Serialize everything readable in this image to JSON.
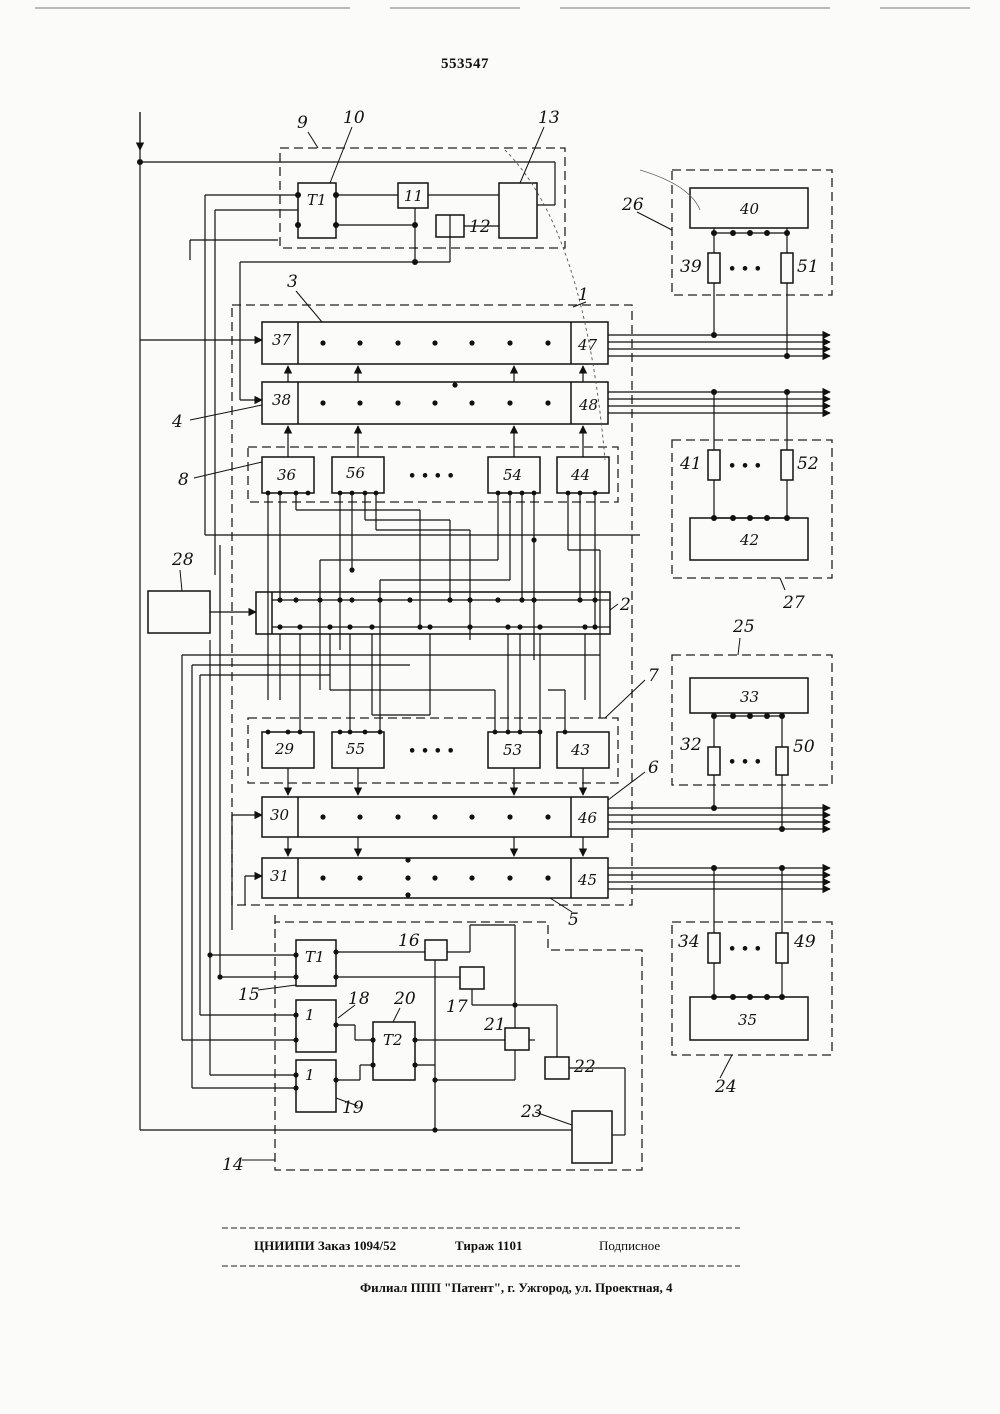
{
  "patent_number": "553547",
  "blocks": {
    "b40": "40",
    "b42": "42",
    "b33": "33",
    "b35": "35",
    "b28": "28",
    "b37": "37",
    "b47": "47",
    "b38": "38",
    "b48": "48",
    "b36": "36",
    "b56": "56",
    "b54": "54",
    "b44": "44",
    "b29": "29",
    "b55": "55",
    "b53": "53",
    "b43": "43",
    "b30": "30",
    "b46": "46",
    "b31": "31",
    "b45": "45",
    "b11": "11",
    "b12": "12",
    "b13": "13",
    "b16": "16",
    "b17": "17",
    "b21": "21",
    "b22": "22",
    "b23": "23",
    "t1_top": "T1",
    "t1_bottom": "T1",
    "t2": "T2",
    "g18": "1",
    "g19": "1",
    "ellipsis_8": "• • • •",
    "ellipsis_7": "• • • •",
    "ellipsis_26": "• • •",
    "ellipsis_27": "• • •",
    "ellipsis_25": "• • •",
    "ellipsis_24": "• • •"
  },
  "labels": {
    "l1": "1",
    "l2": "2",
    "l3": "3",
    "l4": "4",
    "l5": "5",
    "l6": "6",
    "l7": "7",
    "l8": "8",
    "l9": "9",
    "l10": "10",
    "l13": "13",
    "l14": "14",
    "l15": "15",
    "l18": "18",
    "l19": "19",
    "l20": "20",
    "l21": "21",
    "l22": "22",
    "l23": "23",
    "l24": "24",
    "l25": "25",
    "l26": "26",
    "l27": "27",
    "l28": "28",
    "r39": "39",
    "r51": "51",
    "r41": "41",
    "r52": "52",
    "r32": "32",
    "r50": "50",
    "r34": "34",
    "r49": "49",
    "l12": "12",
    "l16": "16",
    "l17": "17"
  },
  "imprint": {
    "order": "ЦНИИПИ Заказ 1094/52",
    "print_run": "Тираж 1101",
    "subscription": "Подписное",
    "address": "Филиал ППП \"Патент\", г. Ужгород, ул. Проектная, 4"
  }
}
